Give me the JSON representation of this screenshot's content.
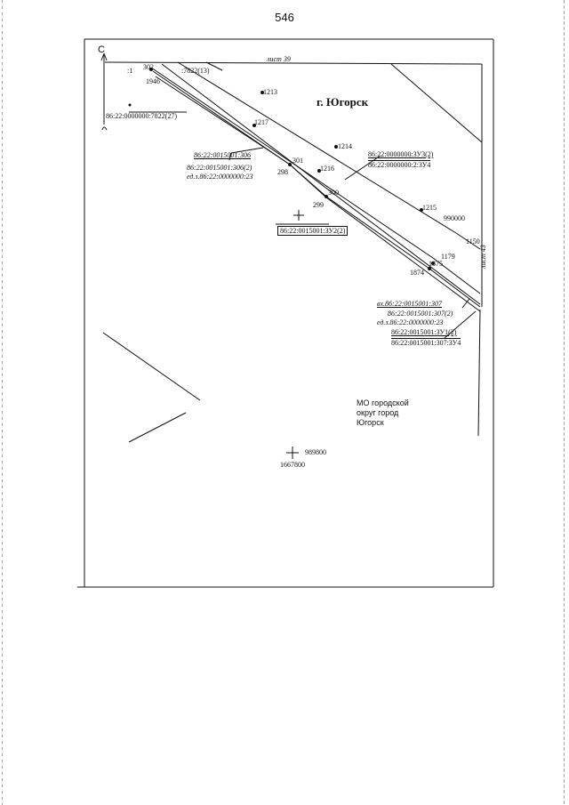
{
  "page_number": "546",
  "map": {
    "north_label": "С",
    "sheet_top": "лист 39",
    "sheet_right": "лист 43",
    "city_label": "г. Югорск",
    "municipality": [
      "МО городской",
      "округ город",
      "Югорск"
    ],
    "grid_x": "989800",
    "grid_y": "1667800",
    "grid_right": "990000",
    "point_labels": [
      "302",
      "1946",
      "1213",
      "1217",
      "1214",
      "1216",
      "301",
      "298",
      "300",
      "299",
      "1215",
      "1150",
      "1179",
      "1875",
      "1874"
    ],
    "parcels": {
      "p_7822_13": ":7822(13)",
      "p_1": ":1",
      "p_7822_27": "86:22:0000000:7822(27)",
      "p_306": "86:22:0015001:306",
      "p_306_2": "86:22:0015001:306(2)",
      "p_ez_23_a": "ед.з.86:22:0000000:23",
      "p_zu3": "86:22:0000000:ЗУ3(2)",
      "p_2zu4": "86:22:0000000:2:ЗУ4",
      "p_zu2": "86:22:0015001:ЗУ2(2)",
      "p_307": "вх.86:22:0015001:307",
      "p_307_2": "86:22:0015001:307(2)",
      "p_ez_23_b": "ед.з.86:22:0000000:23",
      "p_zu1": "86:22:0015001:ЗУ1(2)",
      "p_307zu4": "86:22:0015001:307:ЗУ4"
    }
  }
}
